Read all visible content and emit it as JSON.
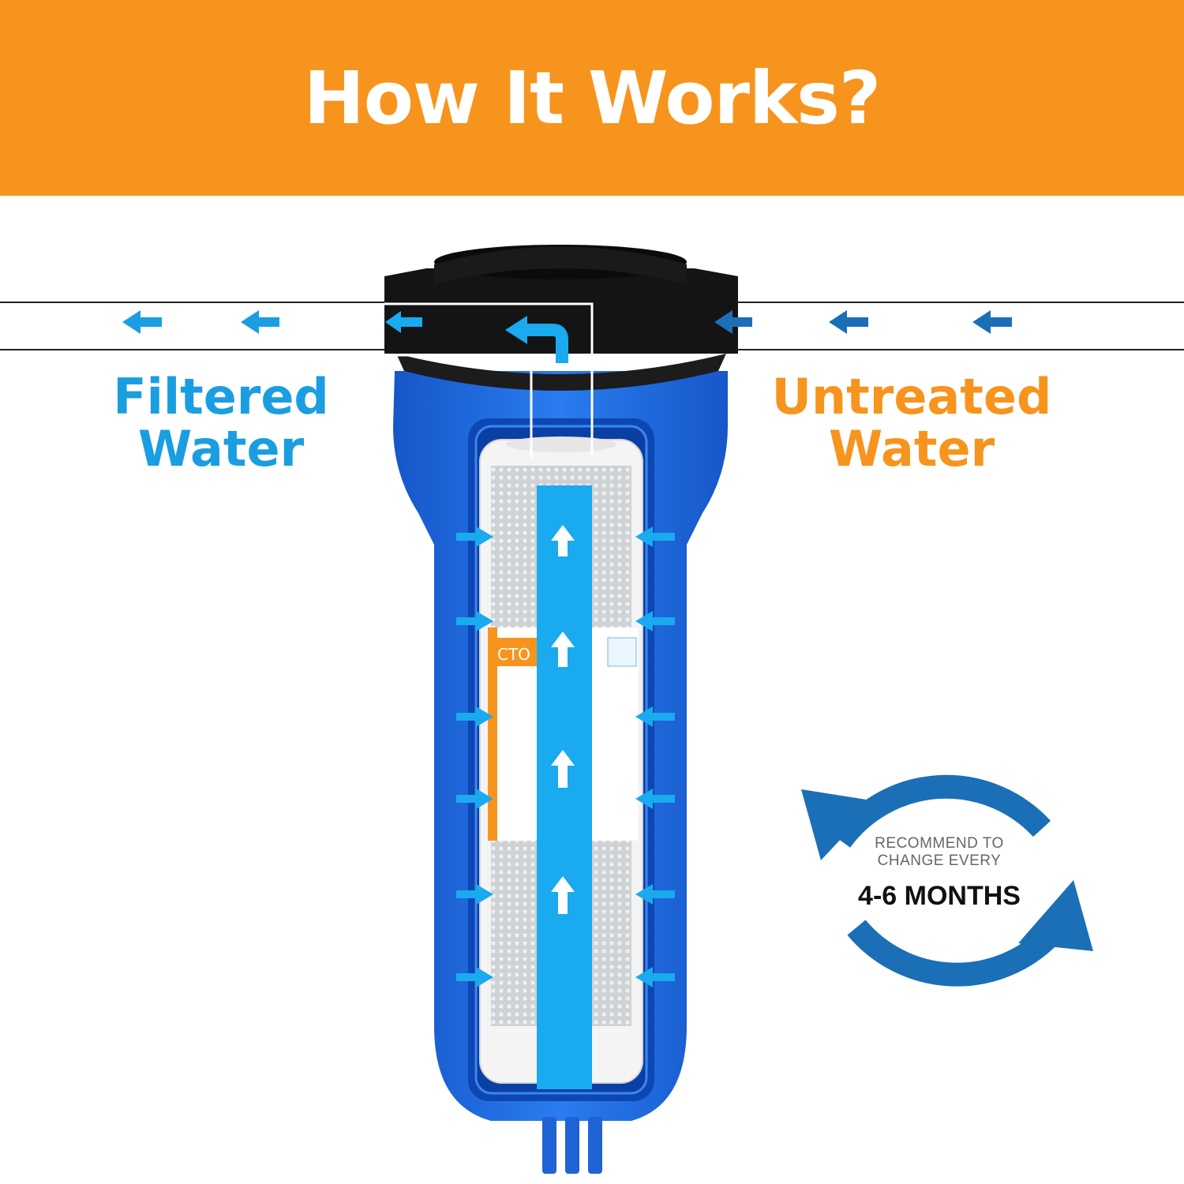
{
  "header": {
    "title": "How It Works?"
  },
  "labels": {
    "outlet_line1": "Filtered",
    "outlet_line2": "Water",
    "inlet_line1": "Untreated",
    "inlet_line2": "Water"
  },
  "cartridge": {
    "brand_text": "CTO"
  },
  "replacement": {
    "line1": "RECOMMEND TO",
    "line2": "CHANGE EVERY",
    "interval": "4-6 MONTHS"
  },
  "colors": {
    "banner": "#f7941d",
    "filtered": "#1a9ee1",
    "untreated": "#f7941d",
    "housing": "#1f6fe0",
    "cap": "#111111",
    "flow": "#19aaf0",
    "cycle_arrow": "#1b6fb7"
  }
}
